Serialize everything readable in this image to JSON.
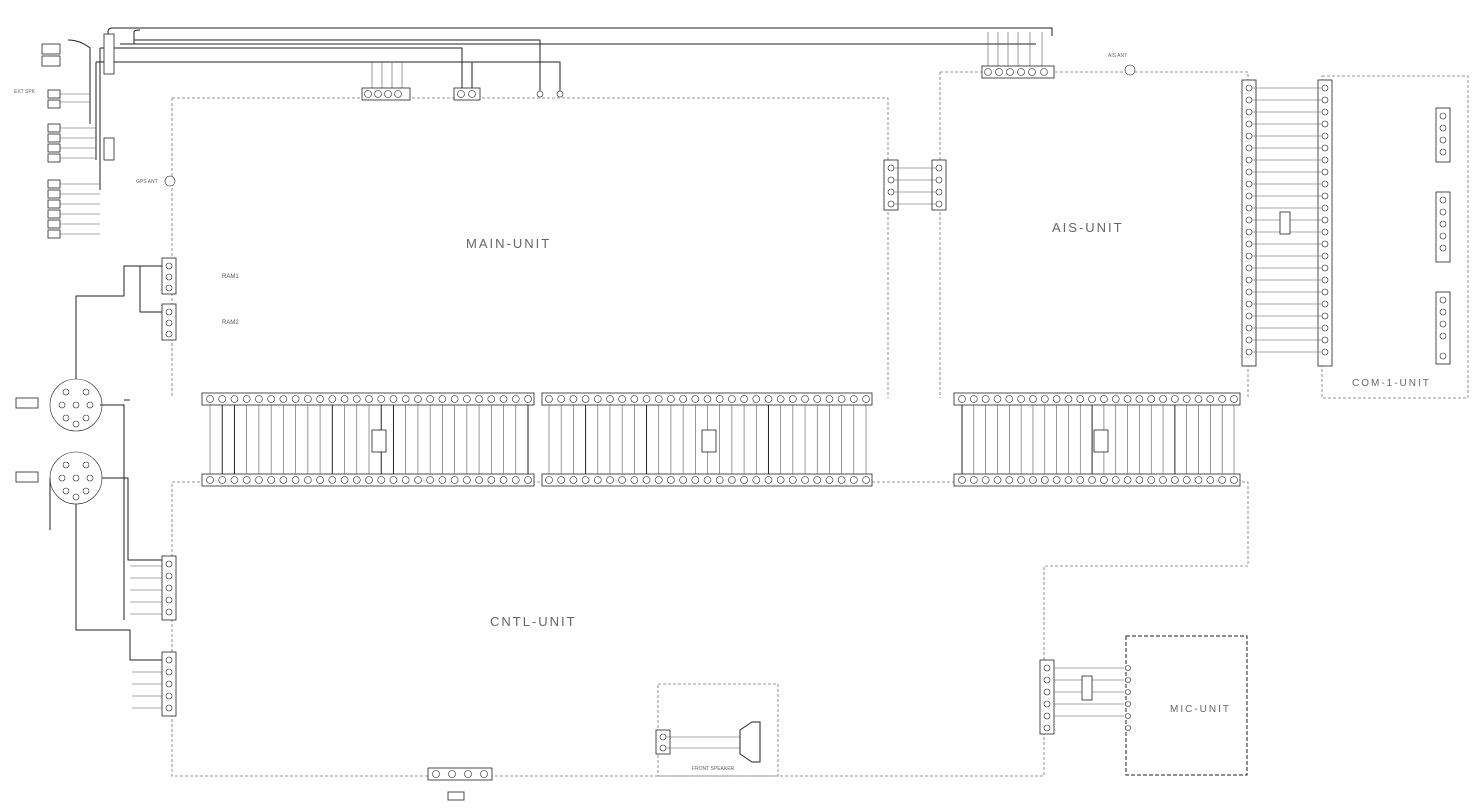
{
  "units": {
    "main": "MAIN-UNIT",
    "ais": "AIS-UNIT",
    "cntl": "CNTL-UNIT",
    "com1": "COM-1-UNIT",
    "mic": "MIC-UNIT"
  },
  "labels": {
    "ais_ant": "AIS ANT",
    "ext_spk": "EXT SPK",
    "gps_ant": "GPS ANT",
    "ram1": "RAM1",
    "ram2": "RAM2",
    "front_speaker": "FRONT SPEAKER"
  }
}
